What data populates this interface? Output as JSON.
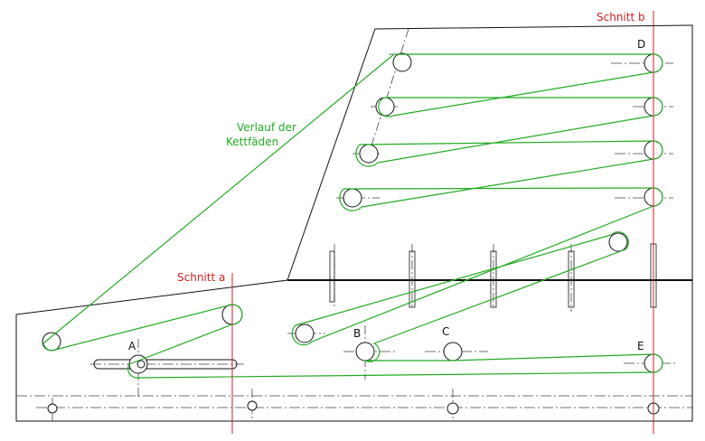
{
  "labels": {
    "schnitt_a": "Schnitt a",
    "schnitt_b": "Schnitt b",
    "verlauf_line1": "Verlauf der",
    "verlauf_line2": "Kettfäden"
  },
  "points": {
    "A": "A",
    "B": "B",
    "C": "C",
    "D": "D",
    "E": "E"
  },
  "colors": {
    "outline": "#111111",
    "centerline": "#444444",
    "warp_path": "#22aa22",
    "section_line": "#cc2222"
  }
}
